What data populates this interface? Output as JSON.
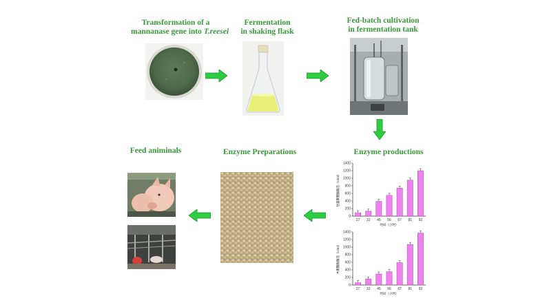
{
  "steps": {
    "transformation": {
      "line1": "Transformation of a",
      "line2_prefix": "mannanase gene into ",
      "line2_italic": "T.reesei"
    },
    "fermentation": {
      "line1": "Fermentation",
      "line2": "in  shaking flask"
    },
    "fedbatch": {
      "line1": "Fed-batch cultivation",
      "line2": "in  fermentation tank"
    },
    "enzyme_productions": {
      "label": "Enzyme productions"
    },
    "enzyme_preparations": {
      "label": "Enzyme Preparations"
    },
    "feed_animals": {
      "label": "Feed animinals"
    }
  },
  "colors": {
    "label_green": "#3a9a3a",
    "arrow_green": "#2ecc40",
    "bar_fill": "#ee82ee",
    "bar_stroke": "#b040b0"
  },
  "icons": [
    "right-arrow-icon",
    "down-arrow-icon",
    "left-arrow-icon"
  ],
  "chart_data": [
    {
      "type": "bar",
      "categories": [
        "27",
        "32",
        "45",
        "56",
        "67",
        "81",
        "92"
      ],
      "values": [
        90,
        130,
        390,
        550,
        740,
        950,
        1200
      ],
      "ylim": [
        0,
        1400
      ],
      "yticks": [
        "0",
        "200",
        "400",
        "600",
        "800",
        "1000",
        "1200",
        "1400"
      ],
      "xlabel": "时间（小时）",
      "ylabel": "甘露聚糖酶酶活（U/ml）",
      "grid": false
    },
    {
      "type": "bar",
      "categories": [
        "27",
        "32",
        "45",
        "56",
        "67",
        "81",
        "92"
      ],
      "values": [
        60,
        160,
        290,
        350,
        590,
        1070,
        1370
      ],
      "ylim": [
        0,
        1400
      ],
      "yticks": [
        "0",
        "200",
        "400",
        "600",
        "800",
        "1000",
        "1200",
        "1400"
      ],
      "xlabel": "时间（小时）",
      "ylabel": "木聚糖酶酶活（U/ml）",
      "grid": false
    }
  ]
}
